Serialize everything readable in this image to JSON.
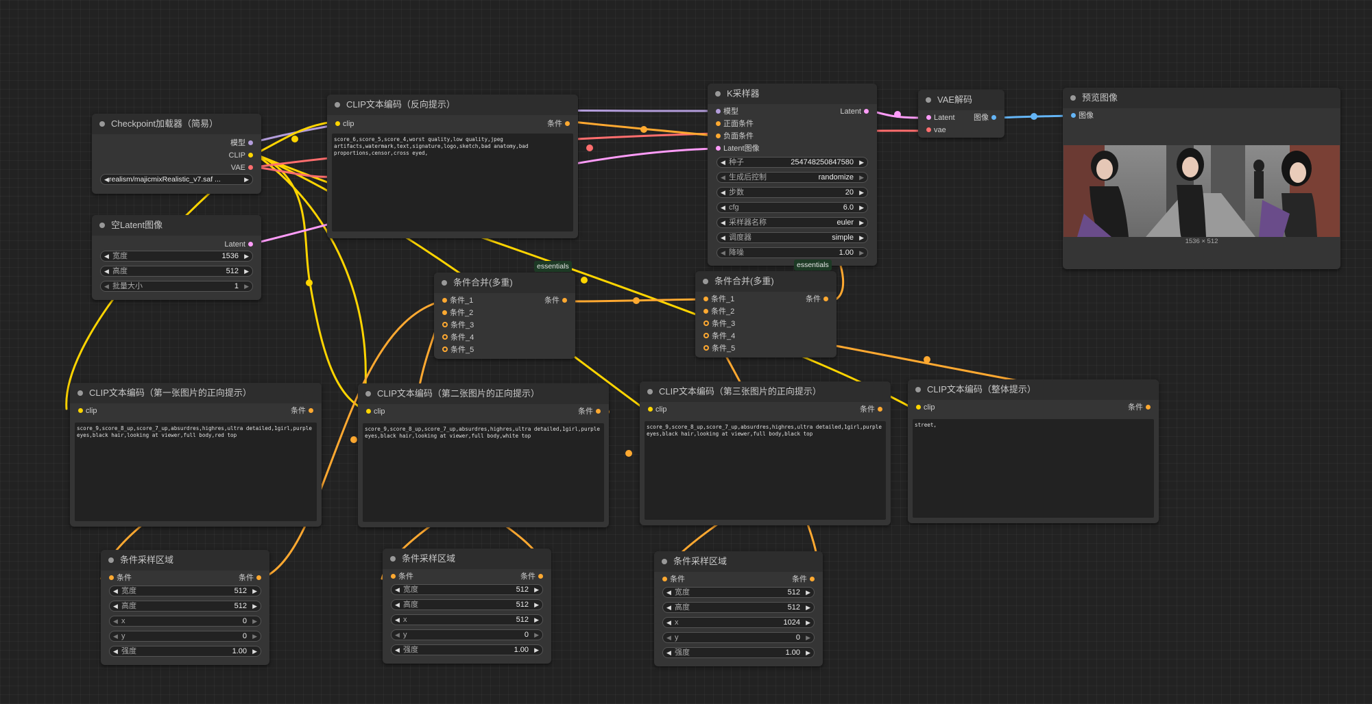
{
  "colors": {
    "clip": "#ffd500",
    "model": "#b39ddb",
    "vae": "#ff6e6e",
    "latent": "#ff9cf9",
    "conditioning": "#ffa931",
    "image": "#64b5f6"
  },
  "checkpoint_loader": {
    "title": "Checkpoint加载器（简易）",
    "outputs": {
      "model": "模型",
      "clip": "CLIP",
      "vae": "VAE"
    },
    "ckpt_name": "realism/majicmixRealistic_v7.saf ..."
  },
  "empty_latent": {
    "title": "空Latent图像",
    "output": "Latent",
    "widgets": [
      {
        "label": "宽度",
        "value": "1536"
      },
      {
        "label": "高度",
        "value": "512"
      },
      {
        "label": "批量大小",
        "value": "1"
      }
    ]
  },
  "clip_negative": {
    "title": "CLIP文本编码（反向提示）",
    "input": "clip",
    "output": "条件",
    "text": "score_6,score_5,score_4,worst quality,low quality,jpeg artifacts,watermark,text,signature,logo,sketch,bad anatomy,bad proportions,censor,cross eyed,"
  },
  "ksampler": {
    "title": "K采样器",
    "inputs": [
      "模型",
      "正面条件",
      "负面条件",
      "Latent图像"
    ],
    "output": "Latent",
    "widgets": [
      {
        "label": "种子",
        "value": "254748250847580"
      },
      {
        "label": "生成后控制",
        "value": "randomize"
      },
      {
        "label": "步数",
        "value": "20"
      },
      {
        "label": "cfg",
        "value": "6.0"
      },
      {
        "label": "采样器名称",
        "value": "euler"
      },
      {
        "label": "调度器",
        "value": "simple"
      },
      {
        "label": "降噪",
        "value": "1.00"
      }
    ],
    "badge": "essentials"
  },
  "vae_decode": {
    "title": "VAE解码",
    "inputs": [
      "Latent",
      "vae"
    ],
    "output": "图像"
  },
  "preview": {
    "title": "预览图像",
    "input": "图像",
    "caption": "1536 × 512"
  },
  "combine_1": {
    "title": "条件合并(多重)",
    "inputs": [
      "条件_1",
      "条件_2",
      "条件_3",
      "条件_4",
      "条件_5"
    ],
    "output": "条件",
    "badge": "essentials"
  },
  "combine_2": {
    "title": "条件合并(多重)",
    "inputs": [
      "条件_1",
      "条件_2",
      "条件_3",
      "条件_4",
      "条件_5"
    ],
    "output": "条件"
  },
  "clip_pos_1": {
    "title": "CLIP文本编码（第一张图片的正向提示）",
    "input": "clip",
    "output": "条件",
    "text": "score_9,score_8_up,score_7_up,absurdres,highres,ultra detailed,1girl,purple eyes,black hair,looking at viewer,full body,red top"
  },
  "clip_pos_2": {
    "title": "CLIP文本编码（第二张图片的正向提示）",
    "input": "clip",
    "output": "条件",
    "text": "score_9,score_8_up,score_7_up,absurdres,highres,ultra detailed,1girl,purple eyes,black hair,looking at viewer,full body,white top"
  },
  "clip_pos_3": {
    "title": "CLIP文本编码（第三张图片的正向提示）",
    "input": "clip",
    "output": "条件",
    "text": "score_9,score_8_up,score_7_up,absurdres,highres,ultra detailed,1girl,purple eyes,black hair,looking at viewer,full body,black top"
  },
  "clip_global": {
    "title": "CLIP文本编码（整体提示）",
    "input": "clip",
    "output": "条件",
    "text": "street,"
  },
  "area_1": {
    "title": "条件采样区域",
    "input": "条件",
    "output": "条件",
    "widgets": [
      {
        "label": "宽度",
        "value": "512"
      },
      {
        "label": "高度",
        "value": "512"
      },
      {
        "label": "x",
        "value": "0"
      },
      {
        "label": "y",
        "value": "0"
      },
      {
        "label": "强度",
        "value": "1.00"
      }
    ]
  },
  "area_2": {
    "title": "条件采样区域",
    "input": "条件",
    "output": "条件",
    "widgets": [
      {
        "label": "宽度",
        "value": "512"
      },
      {
        "label": "高度",
        "value": "512"
      },
      {
        "label": "x",
        "value": "512"
      },
      {
        "label": "y",
        "value": "0"
      },
      {
        "label": "强度",
        "value": "1.00"
      }
    ]
  },
  "area_3": {
    "title": "条件采样区域",
    "input": "条件",
    "output": "条件",
    "widgets": [
      {
        "label": "宽度",
        "value": "512"
      },
      {
        "label": "高度",
        "value": "512"
      },
      {
        "label": "x",
        "value": "1024"
      },
      {
        "label": "y",
        "value": "0"
      },
      {
        "label": "强度",
        "value": "1.00"
      }
    ]
  }
}
